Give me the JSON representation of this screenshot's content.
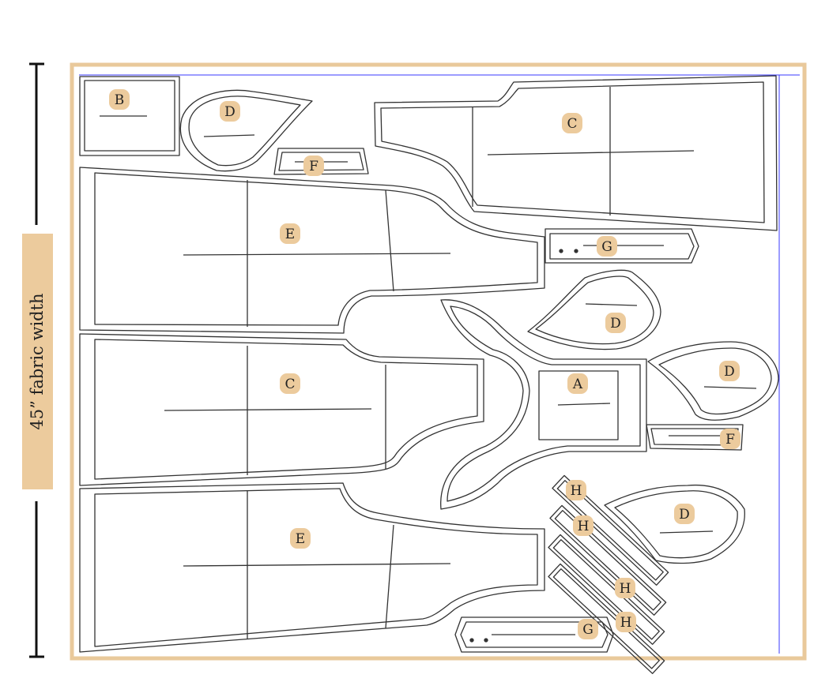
{
  "dimension_label": "45” fabric width",
  "colors": {
    "frame": "#e9c99b",
    "label_bg": "#eccb9d",
    "outline": "#333333",
    "selvage": "#3a3aff",
    "text": "#222222"
  },
  "pieces": [
    {
      "id": "B",
      "text": "B"
    },
    {
      "id": "D1",
      "text": "D"
    },
    {
      "id": "F1",
      "text": "F"
    },
    {
      "id": "C1",
      "text": "C"
    },
    {
      "id": "E1",
      "text": "E"
    },
    {
      "id": "G1",
      "text": "G"
    },
    {
      "id": "D2",
      "text": "D"
    },
    {
      "id": "C2",
      "text": "C"
    },
    {
      "id": "A",
      "text": "A"
    },
    {
      "id": "D3",
      "text": "D"
    },
    {
      "id": "F2",
      "text": "F"
    },
    {
      "id": "H1",
      "text": "H"
    },
    {
      "id": "H2",
      "text": "H"
    },
    {
      "id": "D4",
      "text": "D"
    },
    {
      "id": "E2",
      "text": "E"
    },
    {
      "id": "H3",
      "text": "H"
    },
    {
      "id": "G2",
      "text": "G"
    },
    {
      "id": "H4",
      "text": "H"
    }
  ]
}
